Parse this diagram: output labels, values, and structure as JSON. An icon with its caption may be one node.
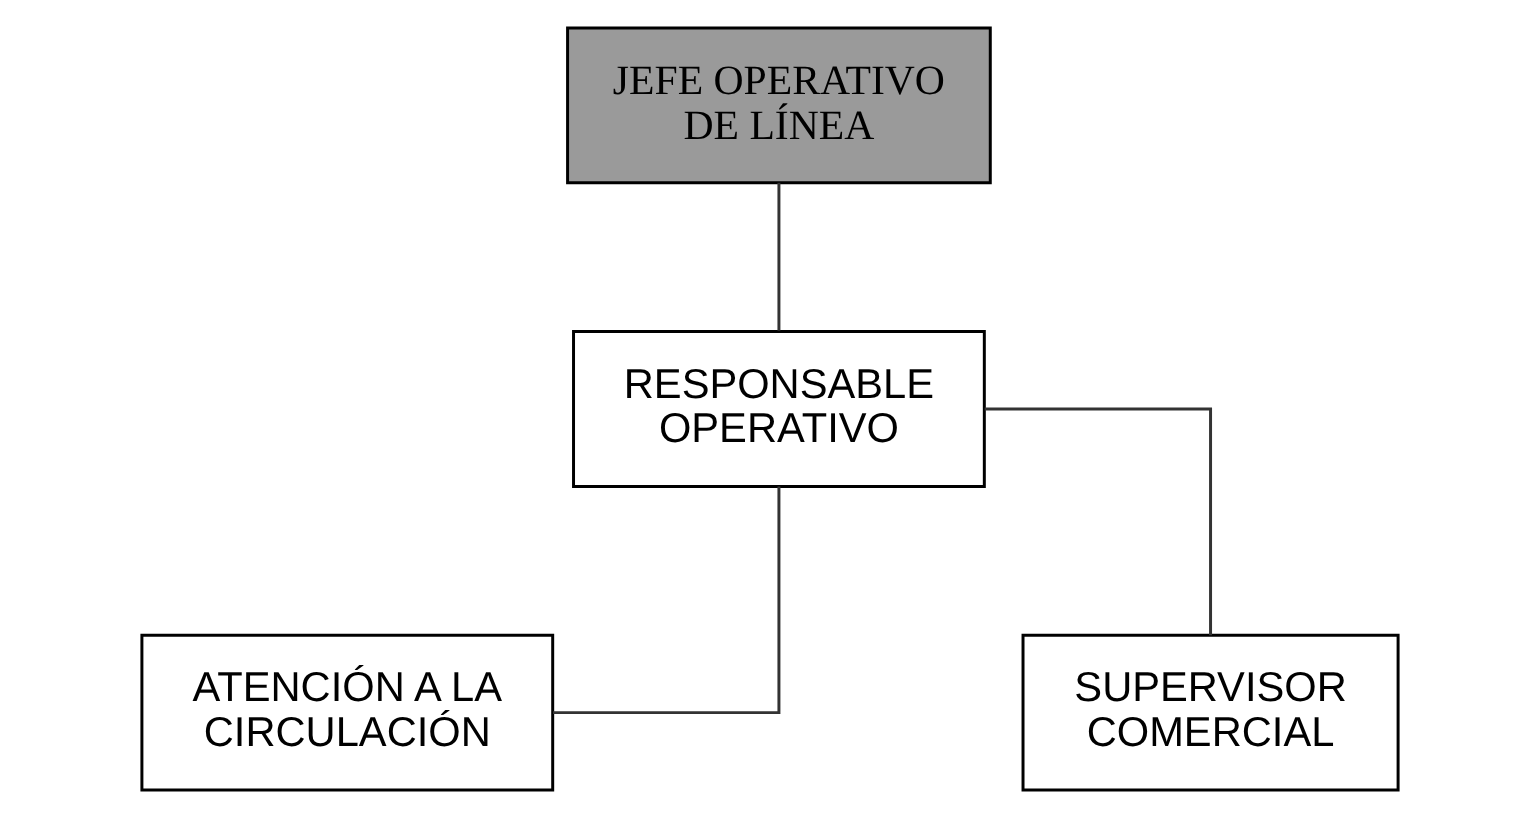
{
  "diagram": {
    "nodes": [
      {
        "text": [
          "JEFE OPERATIVO DE LÍNEA"
        ]
      },
      {
        "text": [
          "RESPONSABLE OPERATIVO"
        ]
      },
      {
        "text": [
          "ATENCIÓN A LA CIRCULACIÓN"
        ]
      },
      {
        "text": [
          "SUPERVISOR COMERCIAL"
        ]
      }
    ],
    "edges": [
      {
        "from": 0,
        "to": 1,
        "arrow": "none"
      },
      {
        "from": 1,
        "to": 2,
        "arrow": "none"
      },
      {
        "from": 1,
        "to": 3,
        "arrow": "none"
      }
    ]
  }
}
